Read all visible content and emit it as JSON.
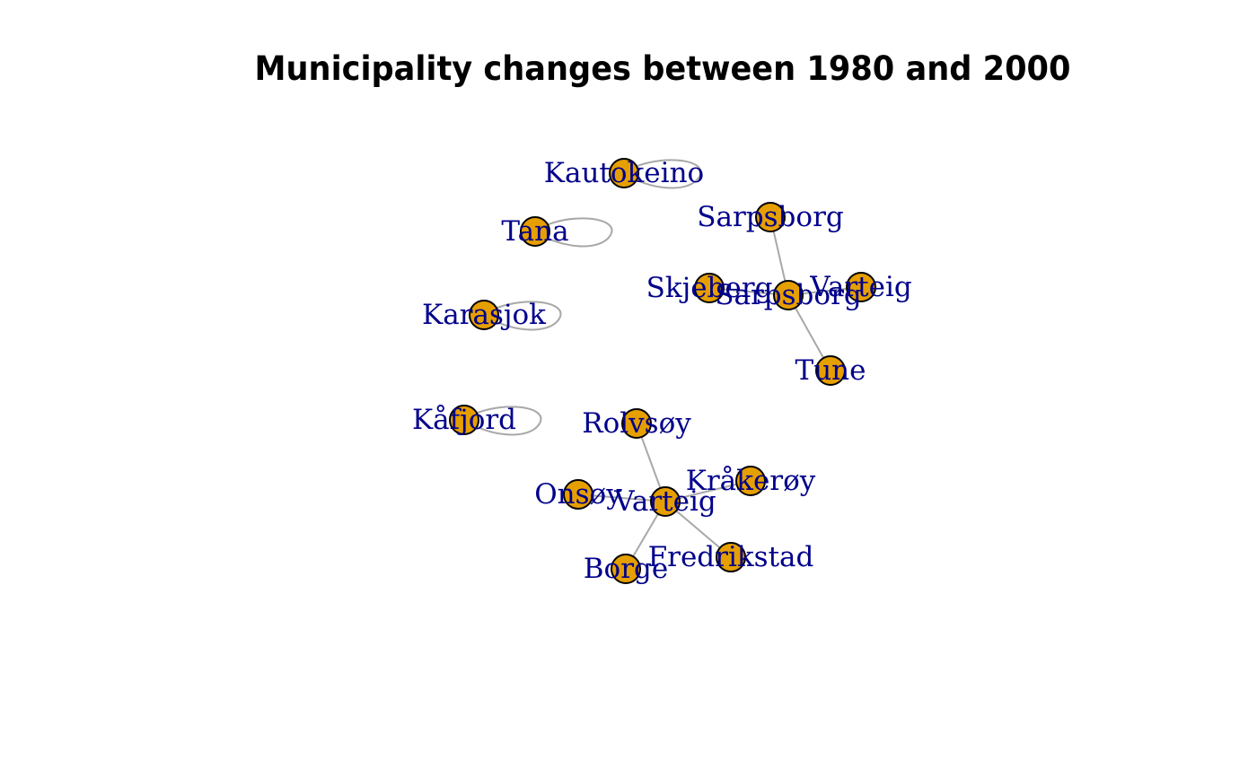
{
  "title": "Municipality changes between 1980 and 2000",
  "colors": {
    "node_fill": "#E69F00",
    "node_stroke": "#000000",
    "edge": "#A8A8A8",
    "label": "#00008B"
  },
  "nodes": [
    {
      "id": "kautokeino",
      "label": "Kautokeino"
    },
    {
      "id": "tana",
      "label": "Tana"
    },
    {
      "id": "karasjok",
      "label": "Karasjok"
    },
    {
      "id": "kafjord",
      "label": "Kåfjord"
    },
    {
      "id": "sarpsborg_old",
      "label": "Sarpsborg"
    },
    {
      "id": "skjeberg",
      "label": "Skjeberg"
    },
    {
      "id": "sarpsborg_new",
      "label": "Sarpsborg"
    },
    {
      "id": "varteig_old",
      "label": "Varteig"
    },
    {
      "id": "tune",
      "label": "Tune"
    },
    {
      "id": "rolvsoy",
      "label": "Rolvsøy"
    },
    {
      "id": "onsoy",
      "label": "Onsøy"
    },
    {
      "id": "fredrikstad_new",
      "label": "Varteig"
    },
    {
      "id": "kraakeroy",
      "label": "Kråkerøy"
    },
    {
      "id": "borge",
      "label": "Borge"
    },
    {
      "id": "fredrikstad_old",
      "label": "Fredrikstad"
    }
  ],
  "edges": [
    {
      "from": "kautokeino",
      "to": "kautokeino"
    },
    {
      "from": "tana",
      "to": "tana"
    },
    {
      "from": "karasjok",
      "to": "karasjok"
    },
    {
      "from": "kafjord",
      "to": "kafjord"
    },
    {
      "from": "sarpsborg_old",
      "to": "sarpsborg_new"
    },
    {
      "from": "skjeberg",
      "to": "sarpsborg_new"
    },
    {
      "from": "varteig_old",
      "to": "sarpsborg_new"
    },
    {
      "from": "tune",
      "to": "sarpsborg_new"
    },
    {
      "from": "rolvsoy",
      "to": "fredrikstad_new"
    },
    {
      "from": "onsoy",
      "to": "fredrikstad_new"
    },
    {
      "from": "kraakeroy",
      "to": "fredrikstad_new"
    },
    {
      "from": "borge",
      "to": "fredrikstad_new"
    },
    {
      "from": "fredrikstad_old",
      "to": "fredrikstad_new"
    }
  ]
}
